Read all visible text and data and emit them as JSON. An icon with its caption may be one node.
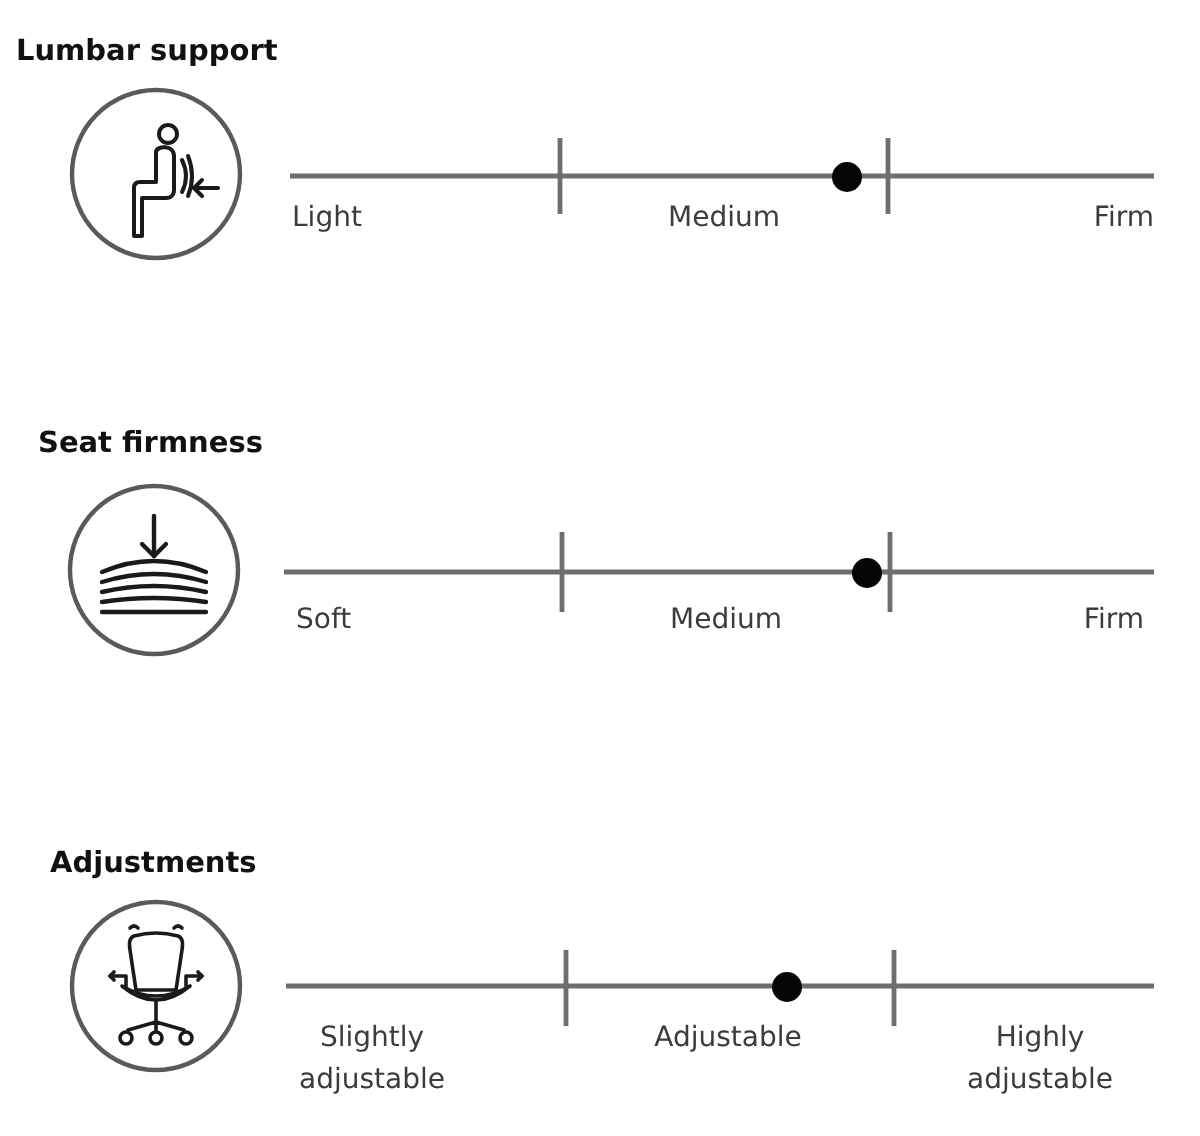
{
  "diagram": {
    "labels": [
      "Lumbar support",
      "Light",
      "Medium",
      "Firm",
      "Seat firmness",
      "Soft",
      "Medium",
      "Firm",
      "Adjustments",
      "Slightly adjustable",
      "Adjustable",
      "Highly adjustable"
    ]
  }
}
